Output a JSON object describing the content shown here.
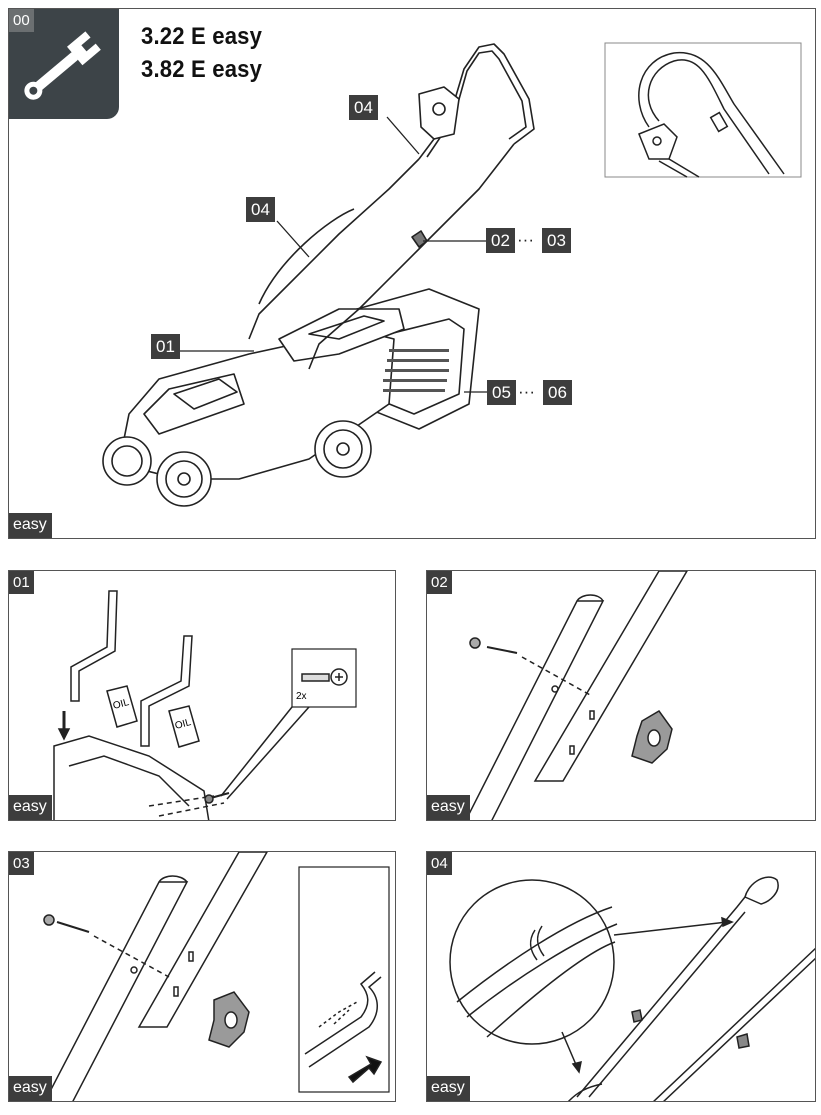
{
  "panel00": {
    "number": "00",
    "models": [
      "3.22 E easy",
      "3.82 E easy"
    ],
    "callouts": {
      "handle_upper": "04",
      "handle_lower": "04",
      "knob_a": "02",
      "knob_b": "03",
      "lower_bar": "01",
      "box_a": "05",
      "box_b": "06",
      "separator": "···"
    },
    "footer": "easy",
    "icon": "wrench-icon"
  },
  "panel01": {
    "number": "01",
    "footer": "easy",
    "oil_label": "OIL",
    "screw_count": "2x"
  },
  "panel02": {
    "number": "02",
    "footer": "easy"
  },
  "panel03": {
    "number": "03",
    "footer": "easy"
  },
  "panel04": {
    "number": "04",
    "footer": "easy"
  }
}
